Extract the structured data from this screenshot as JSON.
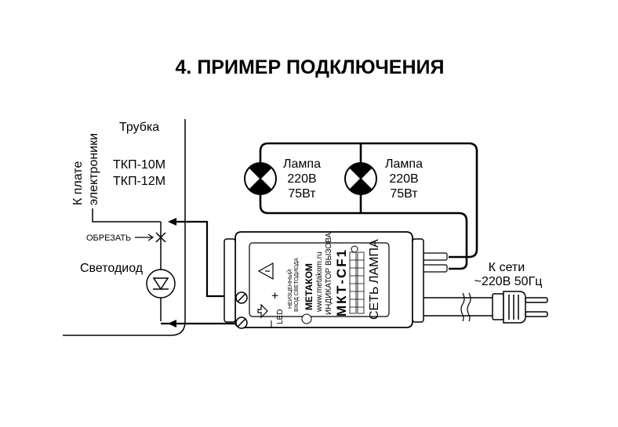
{
  "title": "4. ПРИМЕР ПОДКЛЮЧЕНИЯ",
  "handset": {
    "label": "Трубка",
    "model_1": "ТКП-10М",
    "model_2": "ТКП-12М"
  },
  "board_label": {
    "line_1": "К плате",
    "line_2": "электроники"
  },
  "cut_label": "ОБРЕЗАТЬ",
  "led_label": "Светодиод",
  "lamps": [
    {
      "name": "Лампа",
      "voltage": "220В",
      "power": "75Вт"
    },
    {
      "name": "Лампа",
      "voltage": "220В",
      "power": "75Вт"
    }
  ],
  "mains": {
    "line_1": "К сети",
    "line_2": "~220В 50Гц"
  },
  "device": {
    "brand": "МЕТАКОМ",
    "site": "www.metakom.ru",
    "subtitle": "ИНДИКАТОР ВЫЗОВА",
    "model": "МКТ-CF1",
    "warning_1": "НЕИЗЦЕННЫЙ",
    "warning_2": "ВХОД СВЕТОДИОДА",
    "terminal_led": "LED",
    "plus": "+",
    "minus": "–",
    "mains_label": "СЕТЬ",
    "lamp_label": "ЛАМПА"
  }
}
